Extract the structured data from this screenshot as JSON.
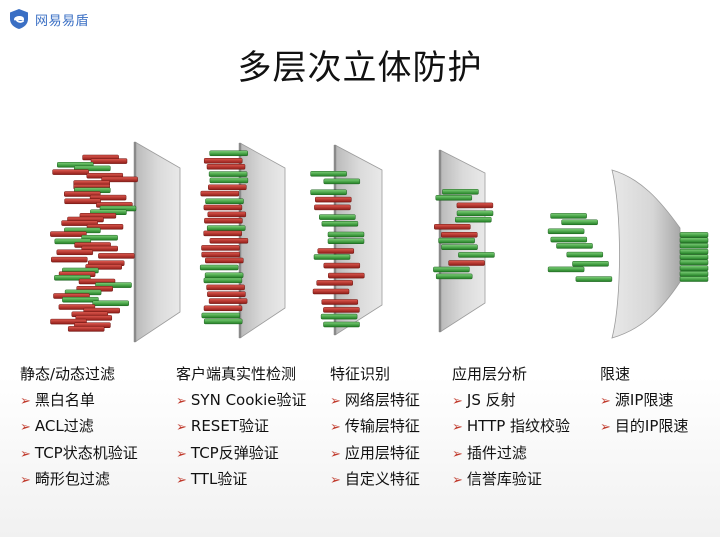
{
  "brand": {
    "name": "网易易盾",
    "color": "#3a6fc4"
  },
  "title": "多层次立体防护",
  "colors": {
    "malicious": "#c0312b",
    "legit": "#3fae3f",
    "panel": "#cfcfcf",
    "arrow": "#c0392b"
  },
  "columns": [
    {
      "heading": "静态/动态过滤",
      "items": [
        "黑白名单",
        "ACL过滤",
        "TCP状态机验证",
        "畸形包过滤"
      ]
    },
    {
      "heading": "客户端真实性检测",
      "items": [
        "SYN Cookie验证",
        "RESET验证",
        "TCP反弹验证",
        "TTL验证"
      ]
    },
    {
      "heading": "特征识别",
      "items": [
        "网络层特征",
        "传输层特征",
        "应用层特征",
        "自定义特征"
      ]
    },
    {
      "heading": "应用层分析",
      "items": [
        "JS 反射",
        "HTTP 指纹校验",
        "插件过滤",
        "信誉库验证"
      ]
    },
    {
      "heading": "限速",
      "items": [
        "源IP限速",
        "目的IP限速"
      ]
    }
  ],
  "arrow_glyph": "➢",
  "traffic_stages": [
    {
      "malicious": 34,
      "legit": 14
    },
    {
      "malicious": 16,
      "legit": 10
    },
    {
      "malicious": 9,
      "legit": 10
    },
    {
      "malicious": 4,
      "legit": 9
    },
    {
      "malicious": 0,
      "legit": 9
    },
    {
      "malicious": 0,
      "legit": 9
    }
  ]
}
